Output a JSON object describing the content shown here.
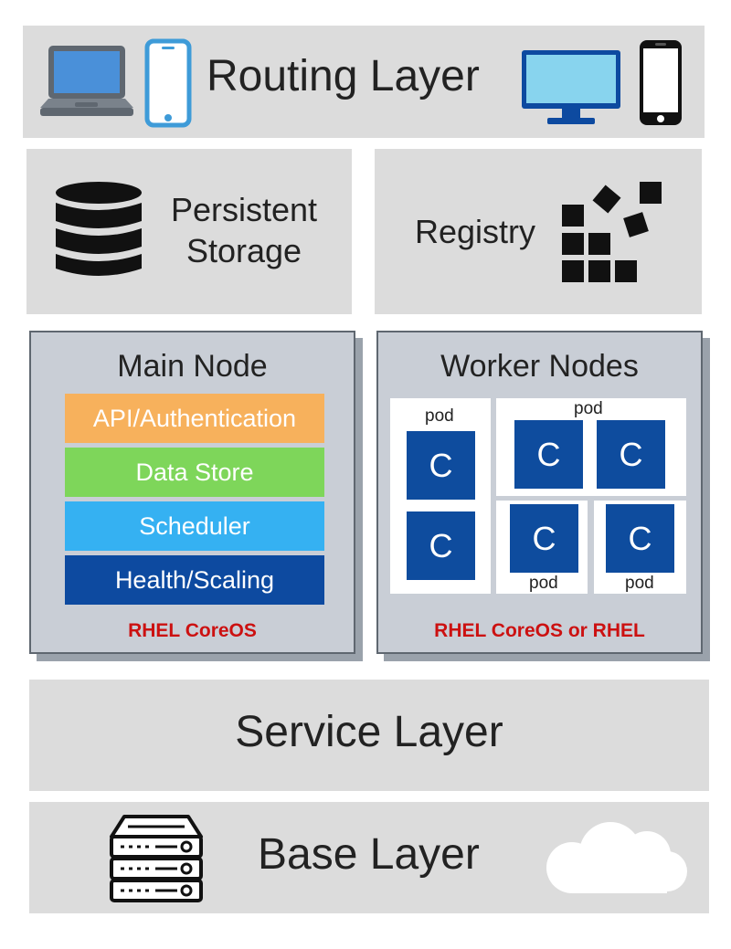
{
  "routing_layer": {
    "title": "Routing Layer",
    "icons": [
      "laptop-icon",
      "tablet-icon",
      "monitor-icon",
      "smartphone-icon"
    ]
  },
  "persistent_storage": {
    "line1": "Persistent",
    "line2": "Storage",
    "icon": "database-icon"
  },
  "registry": {
    "title": "Registry",
    "icon": "blocks-icon"
  },
  "main_node": {
    "title": "Main Node",
    "components": [
      "API/Authentication",
      "Data Store",
      "Scheduler",
      "Health/Scaling"
    ],
    "os": "RHEL CoreOS"
  },
  "worker_nodes": {
    "title": "Worker Nodes",
    "pod_label": "pod",
    "container_label": "C",
    "os": "RHEL CoreOS or RHEL"
  },
  "service_layer": {
    "title": "Service Layer"
  },
  "base_layer": {
    "title": "Base Layer",
    "icons": [
      "server-icon",
      "cloud-icon"
    ]
  },
  "colors": {
    "api": "#f7b15c",
    "data_store": "#7ed65a",
    "scheduler": "#35b1f2",
    "health": "#0d4aa0",
    "container": "#0e4c9e",
    "os_text": "#cc1111",
    "panel": "#dcdcdc"
  }
}
